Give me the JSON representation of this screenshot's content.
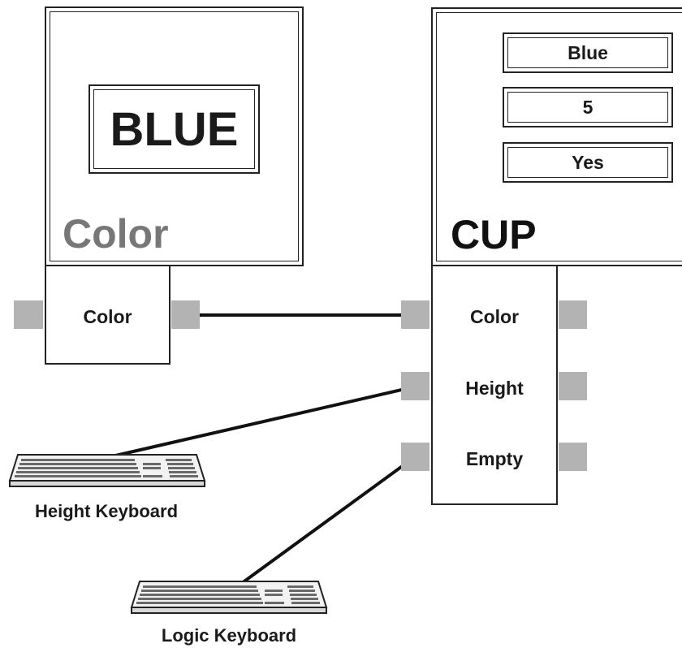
{
  "color_object": {
    "display_value": "BLUE",
    "title": "Color",
    "port_label": "Color"
  },
  "cup_object": {
    "title": "CUP",
    "fields": [
      "Blue",
      "5",
      "Yes"
    ],
    "port_labels": [
      "Color",
      "Height",
      "Empty"
    ]
  },
  "keyboards": {
    "height_label": "Height Keyboard",
    "logic_label": "Logic Keyboard"
  },
  "colors": {
    "stroke": "#222222",
    "port": "#b3b3b3",
    "title_gray": "#777777"
  },
  "icons": [
    "keyboard-icon"
  ]
}
